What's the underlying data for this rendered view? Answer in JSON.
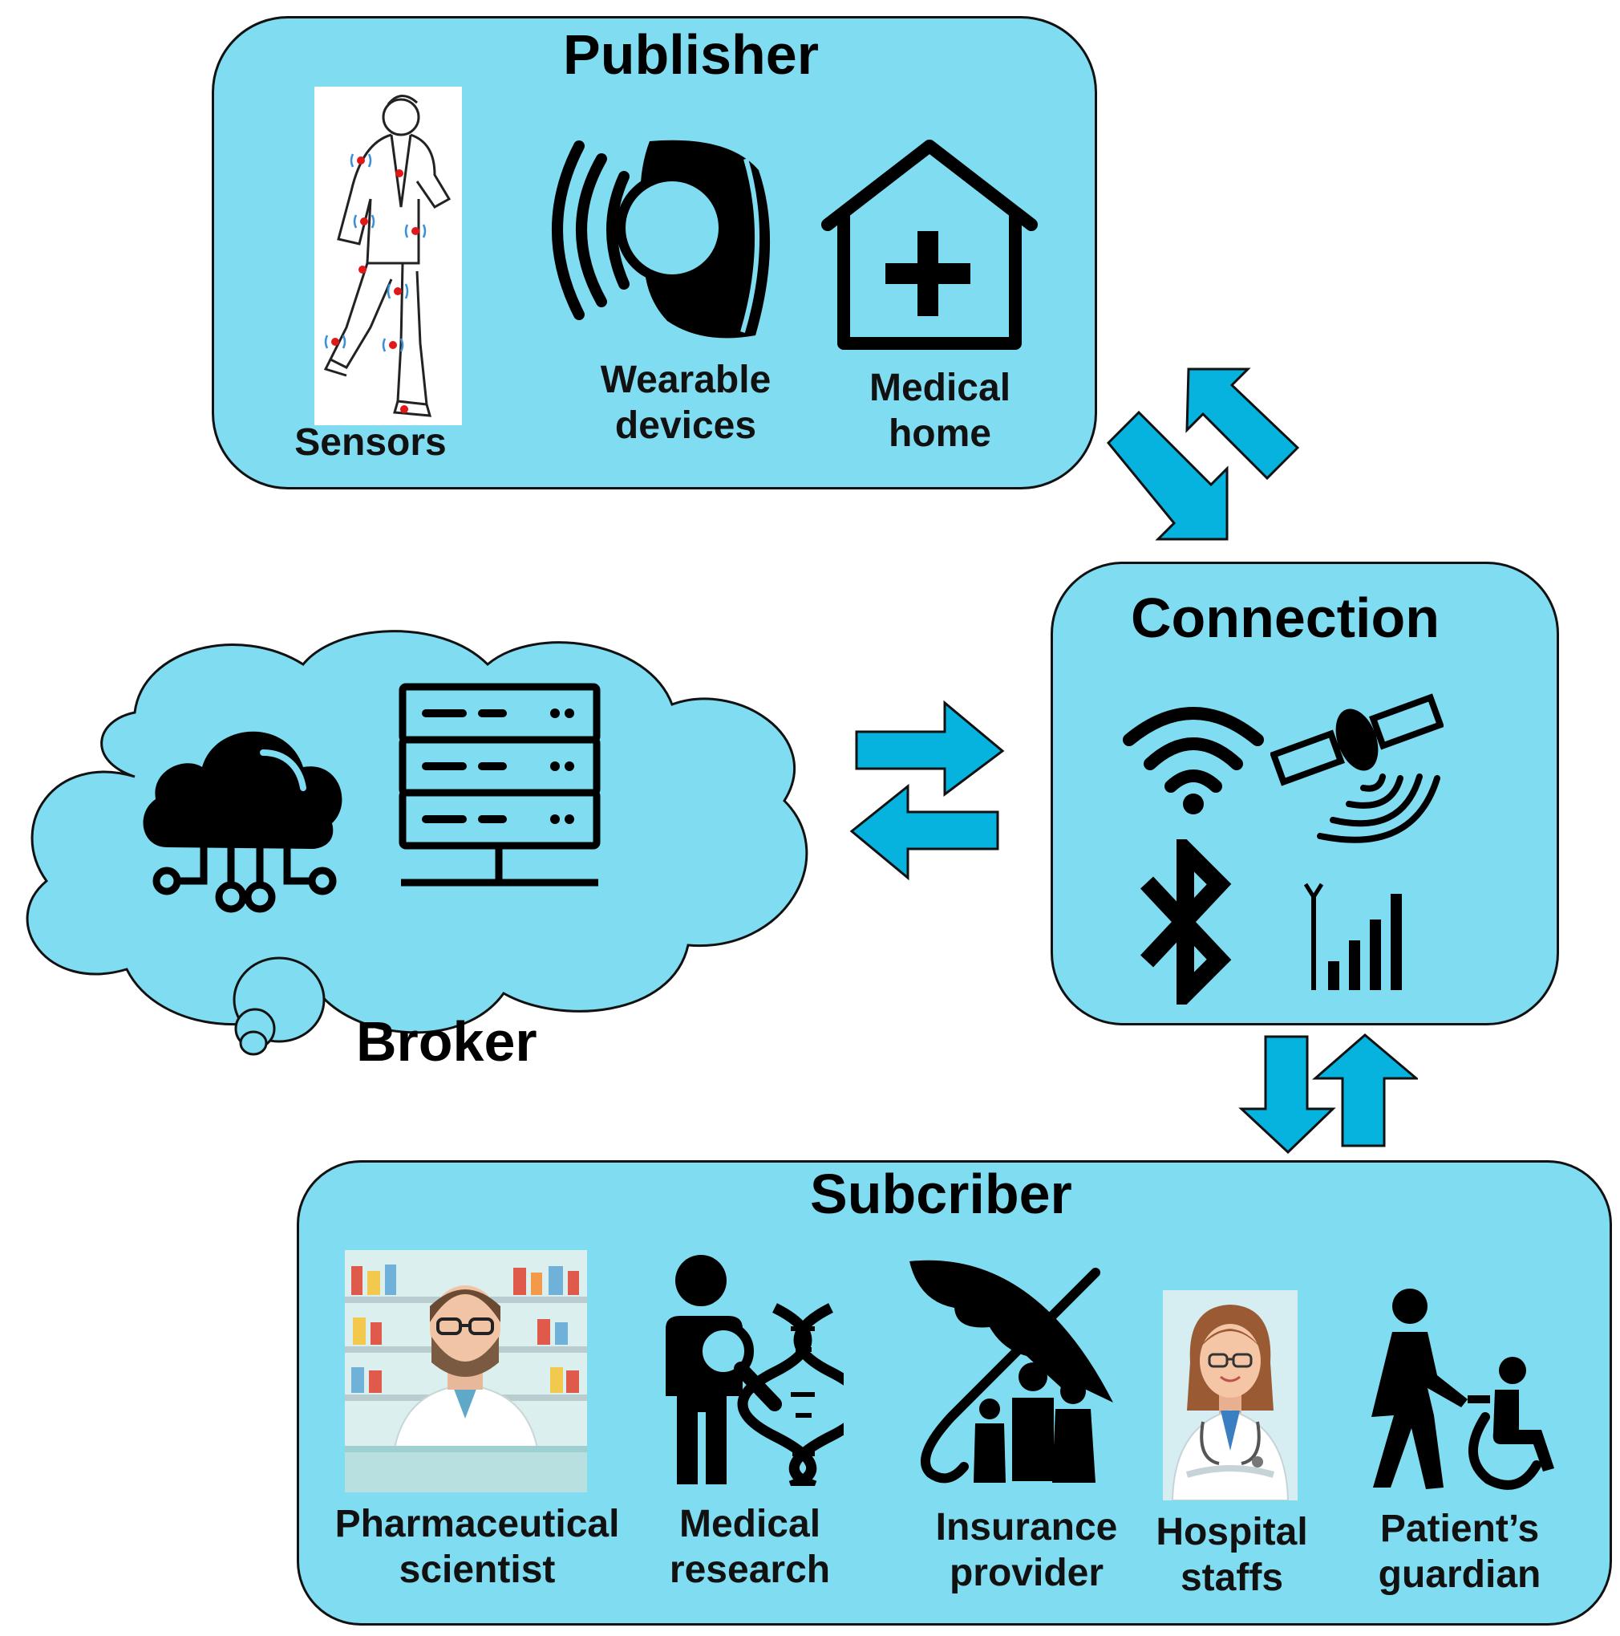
{
  "colors": {
    "panel_fill": "#80dcf0",
    "panel_stroke": "#111111",
    "arrow_fill": "#06b2de",
    "icon": "#000000"
  },
  "publisher": {
    "title": "Publisher",
    "items": [
      {
        "icon": "jogging-person-sensors-icon",
        "line1": "Sensors",
        "line2": ""
      },
      {
        "icon": "wearable-watch-icon",
        "line1": "Wearable",
        "line2": "devices"
      },
      {
        "icon": "medical-home-icon",
        "line1": "Medical",
        "line2": "home"
      }
    ]
  },
  "connection": {
    "title": "Connection",
    "icons": [
      "wifi-icon",
      "satellite-icon",
      "bluetooth-icon",
      "cellular-signal-icon"
    ]
  },
  "broker": {
    "title": "Broker",
    "icons": [
      "cloud-network-icon",
      "server-rack-icon"
    ]
  },
  "subscriber": {
    "title": "Subcriber",
    "items": [
      {
        "icon": "pharmacist-icon",
        "line1": "Pharmaceutical",
        "line2": "scientist"
      },
      {
        "icon": "dna-research-icon",
        "line1": "Medical",
        "line2": "research"
      },
      {
        "icon": "umbrella-family-icon",
        "line1": "Insurance",
        "line2": "provider"
      },
      {
        "icon": "doctor-icon",
        "line1": "Hospital",
        "line2": "staffs"
      },
      {
        "icon": "guardian-wheelchair-icon",
        "line1": "Patient’s",
        "line2": "guardian"
      }
    ]
  }
}
